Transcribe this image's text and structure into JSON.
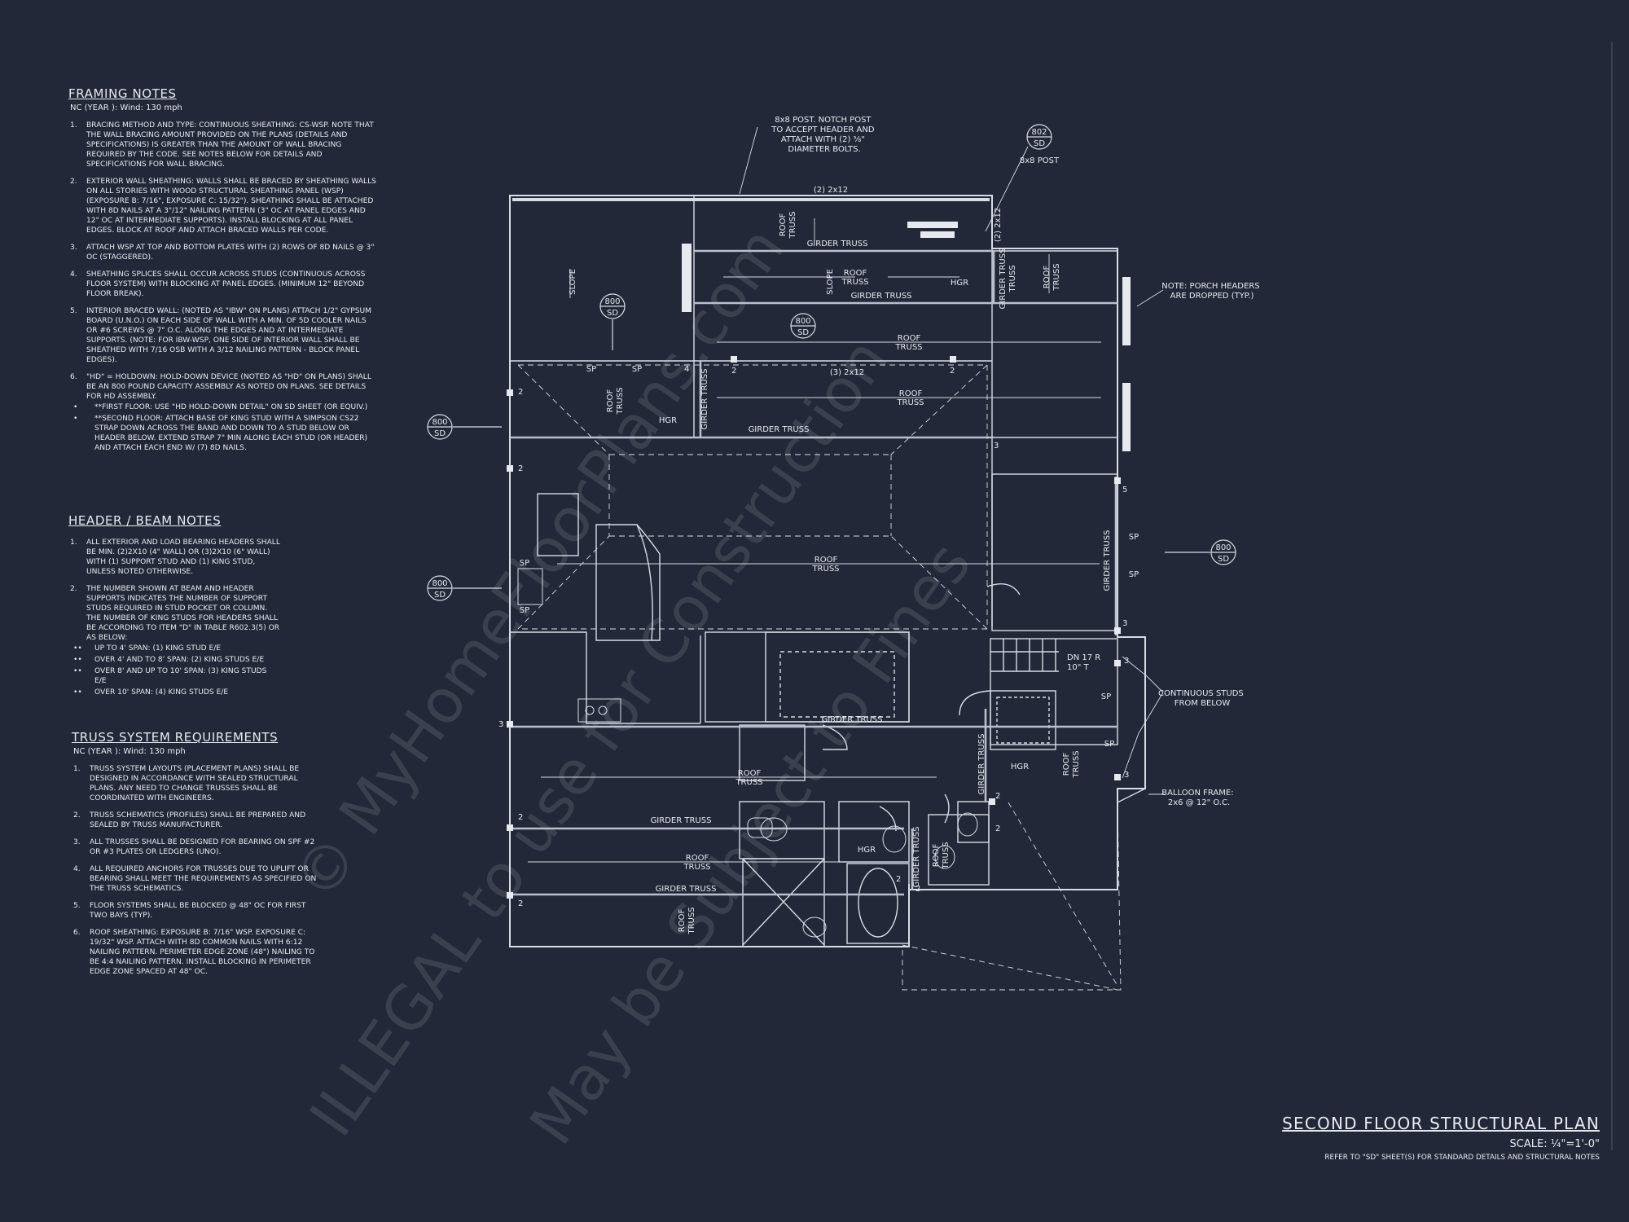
{
  "framing_notes": {
    "title": "FRAMING NOTES",
    "subtitle": "NC (YEAR ): Wind: 130 mph",
    "items": [
      {
        "n": "1.",
        "text": "BRACING METHOD AND TYPE: CONTINUOUS SHEATHING: CS-WSP. NOTE THAT THE WALL BRACING AMOUNT PROVIDED ON THE PLANS (DETAILS AND SPECIFICATIONS) IS GREATER THAN THE AMOUNT OF WALL BRACING REQUIRED BY THE CODE. SEE NOTES BELOW FOR DETAILS AND SPECIFICATIONS FOR WALL BRACING."
      },
      {
        "n": "2.",
        "text": "EXTERIOR WALL SHEATHING: WALLS SHALL BE BRACED BY SHEATHING WALLS ON ALL STORIES WITH WOOD STRUCTURAL SHEATHING PANEL (WSP) (EXPOSURE B: 7/16\", EXPOSURE C: 15/32\"). SHEATHING SHALL BE ATTACHED WITH 8d NAILS AT A 3\"/12\" NAILING PATTERN (3\" OC AT PANEL EDGES AND 12\" OC AT INTERMEDIATE SUPPORTS). INSTALL BLOCKING AT ALL PANEL EDGES. BLOCK AT ROOF AND ATTACH BRACED WALLS PER CODE."
      },
      {
        "n": "3.",
        "text": "ATTACH WSP AT TOP AND BOTTOM PLATES WITH (2) ROWS OF 8d NAILS @ 3\" OC (STAGGERED)."
      },
      {
        "n": "4.",
        "text": "SHEATHING SPLICES SHALL OCCUR ACROSS STUDS (CONTINUOUS ACROSS FLOOR SYSTEM) WITH BLOCKING AT PANEL EDGES. (MINIMUM 12\" BEYOND FLOOR BREAK)."
      },
      {
        "n": "5.",
        "text": "INTERIOR BRACED WALL: (NOTED AS \"IBW\" ON PLANS) ATTACH 1/2\" GYPSUM BOARD (U.N.O.) ON EACH SIDE OF WALL WITH A MIN. OF 5d COOLER NAILS OR #6 SCREWS @ 7\" O.C. ALONG THE EDGES AND AT INTERMEDIATE SUPPORTS. (NOTE: FOR IBW-WSP, ONE SIDE OF INTERIOR WALL SHALL BE SHEATHED WITH 7/16 OSB WITH A 3/12 NAILING PATTERN - BLOCK PANEL EDGES)."
      },
      {
        "n": "6.",
        "text": "\"HD\" = HOLDOWN: HOLD-DOWN DEVICE (NOTED AS \"HD\" ON PLANS) SHALL BE AN 800 POUND CAPACITY ASSEMBLY AS NOTED ON PLANS. SEE DETAILS FOR HD ASSEMBLY."
      }
    ],
    "bullets": [
      "**FIRST FLOOR: USE \"HD HOLD-DOWN DETAIL\" ON SD SHEET (OR EQUIV.)",
      "**SECOND FLOOR: ATTACH BASE OF KING STUD WITH A SIMPSON CS22 STRAP DOWN ACROSS THE BAND AND DOWN TO A STUD BELOW OR HEADER BELOW. EXTEND STRAP 7\" MIN ALONG EACH STUD (OR HEADER) AND ATTACH EACH END W/ (7) 8d NAILS."
    ]
  },
  "header_notes": {
    "title": "HEADER / BEAM NOTES",
    "items": [
      {
        "n": "1.",
        "text": "ALL EXTERIOR AND LOAD BEARING HEADERS SHALL BE MIN. (2)2x10 (4\" WALL) OR (3)2x10 (6\" WALL) WITH (1) SUPPORT STUD AND (1) KING STUD, UNLESS NOTED OTHERWISE."
      },
      {
        "n": "2.",
        "text": "THE NUMBER SHOWN AT BEAM AND HEADER SUPPORTS INDICATES THE NUMBER OF SUPPORT STUDS REQUIRED IN STUD POCKET OR COLUMN. THE NUMBER OF KING STUDS FOR HEADERS SHALL BE ACCORDING TO ITEM \"d\" IN TABLE R602.3(5) OR AS BELOW:"
      }
    ],
    "bullets": [
      "UP TO 4' SPAN: (1) KING STUD E/E",
      "OVER 4' AND TO 8' SPAN: (2) KING STUDS E/E",
      "OVER 8' AND UP TO 10' SPAN: (3) KING STUDS E/E",
      "OVER 10' SPAN: (4) KING STUDS E/E"
    ]
  },
  "truss_notes": {
    "title": "TRUSS SYSTEM REQUIREMENTS",
    "subtitle": "NC (YEAR ): Wind: 130 mph",
    "items": [
      {
        "n": "1.",
        "text": "TRUSS SYSTEM LAYOUTS (PLACEMENT PLANS) SHALL BE DESIGNED IN ACCORDANCE WITH SEALED STRUCTURAL PLANS. ANY NEED TO CHANGE TRUSSES SHALL BE COORDINATED WITH ENGINEERS."
      },
      {
        "n": "2.",
        "text": "TRUSS SCHEMATICS (PROFILES) SHALL BE PREPARED AND SEALED BY TRUSS MANUFACTURER."
      },
      {
        "n": "3.",
        "text": "ALL TRUSSES SHALL BE DESIGNED FOR BEARING ON SPF #2 OR #3 PLATES OR LEDGERS (UNO)."
      },
      {
        "n": "4.",
        "text": "ALL REQUIRED ANCHORS FOR TRUSSES DUE TO UPLIFT OR BEARING SHALL MEET THE REQUIREMENTS AS SPECIFIED ON THE TRUSS SCHEMATICS."
      },
      {
        "n": "5.",
        "text": "FLOOR SYSTEMS SHALL BE BLOCKED @ 48\" OC FOR FIRST TWO BAYS (TYP)."
      },
      {
        "n": "6.",
        "text": "ROOF SHEATHING: EXPOSURE B: 7/16\" WSP. EXPOSURE C: 19/32\" WSP. ATTACH WITH 8d COMMON NAILS WITH 6:12 NAILING PATTERN. PERIMETER EDGE ZONE (48\") NAILING TO BE 4:4 NAILING PATTERN. INSTALL BLOCKING IN PERIMETER EDGE ZONE SPACED AT 48\" OC."
      }
    ]
  },
  "title_block": {
    "title": "SECOND FLOOR STRUCTURAL PLAN",
    "scale": "SCALE: ¼\"=1'-0\"",
    "reference": "REFER TO \"SD\" SHEET(S) FOR STANDARD DETAILS AND STRUCTURAL NOTES"
  },
  "plan": {
    "callouts": {
      "post_8x8": [
        "8x8 POST. NOTCH POST",
        "TO ACCEPT HEADER AND",
        "ATTACH WITH (2) ⅝\"",
        "DIAMETER BOLTS."
      ],
      "post_label": "8x8 POST",
      "porch": [
        "NOTE: PORCH HEADERS",
        "ARE DROPPED (TYP.)"
      ],
      "studs": [
        "CONTINUOUS STUDS",
        "FROM BELOW"
      ],
      "balloon": [
        "BALLOON FRAME:",
        "2x6 @ 12\" O.C."
      ],
      "stair": [
        "DN 17 R",
        "10\" T"
      ]
    },
    "detail_tags": {
      "sd": "SD",
      "n800": "800",
      "n802": "802"
    },
    "labels": {
      "girder_truss": "GIRDER TRUSS",
      "roof": "ROOF",
      "truss": "TRUSS",
      "hgr": "HGR",
      "sp": "SP",
      "slope": "SLOPE",
      "double_2x12": "(2) 2x12",
      "triple_2x12": "(3) 2x12"
    },
    "stud_counts": [
      "2",
      "3",
      "4",
      "5"
    ]
  },
  "watermark": {
    "line1": "© MyHomeFloorPlans.com",
    "line2": "ILLEGAL to use for Construction",
    "line3": "May be Subject to Fines"
  }
}
